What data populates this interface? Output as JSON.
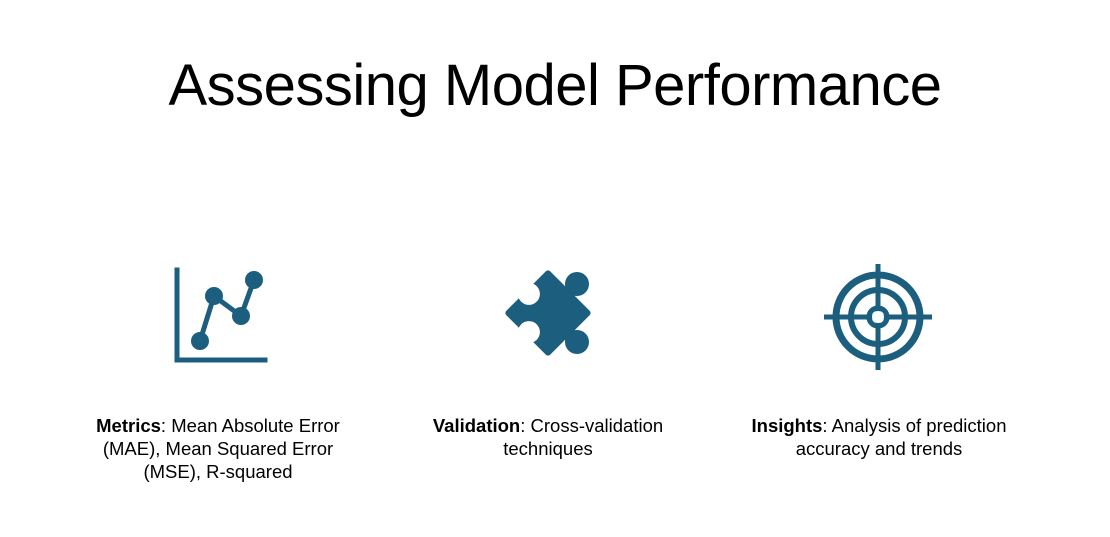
{
  "slide": {
    "title": "Assessing Model Performance",
    "accent_color": "#1b5e7e"
  },
  "cards": [
    {
      "icon": "line-chart-icon",
      "term": "Metrics",
      "separator": ":",
      "description": " Mean Absolute Error (MAE), Mean Squared Error (MSE), R-squared"
    },
    {
      "icon": "puzzle-piece-icon",
      "term": "Validation",
      "separator": ":",
      "description": " Cross-validation techniques"
    },
    {
      "icon": "target-icon",
      "term": "Insights",
      "separator": ":",
      "description": " Analysis of prediction accuracy and trends"
    }
  ]
}
